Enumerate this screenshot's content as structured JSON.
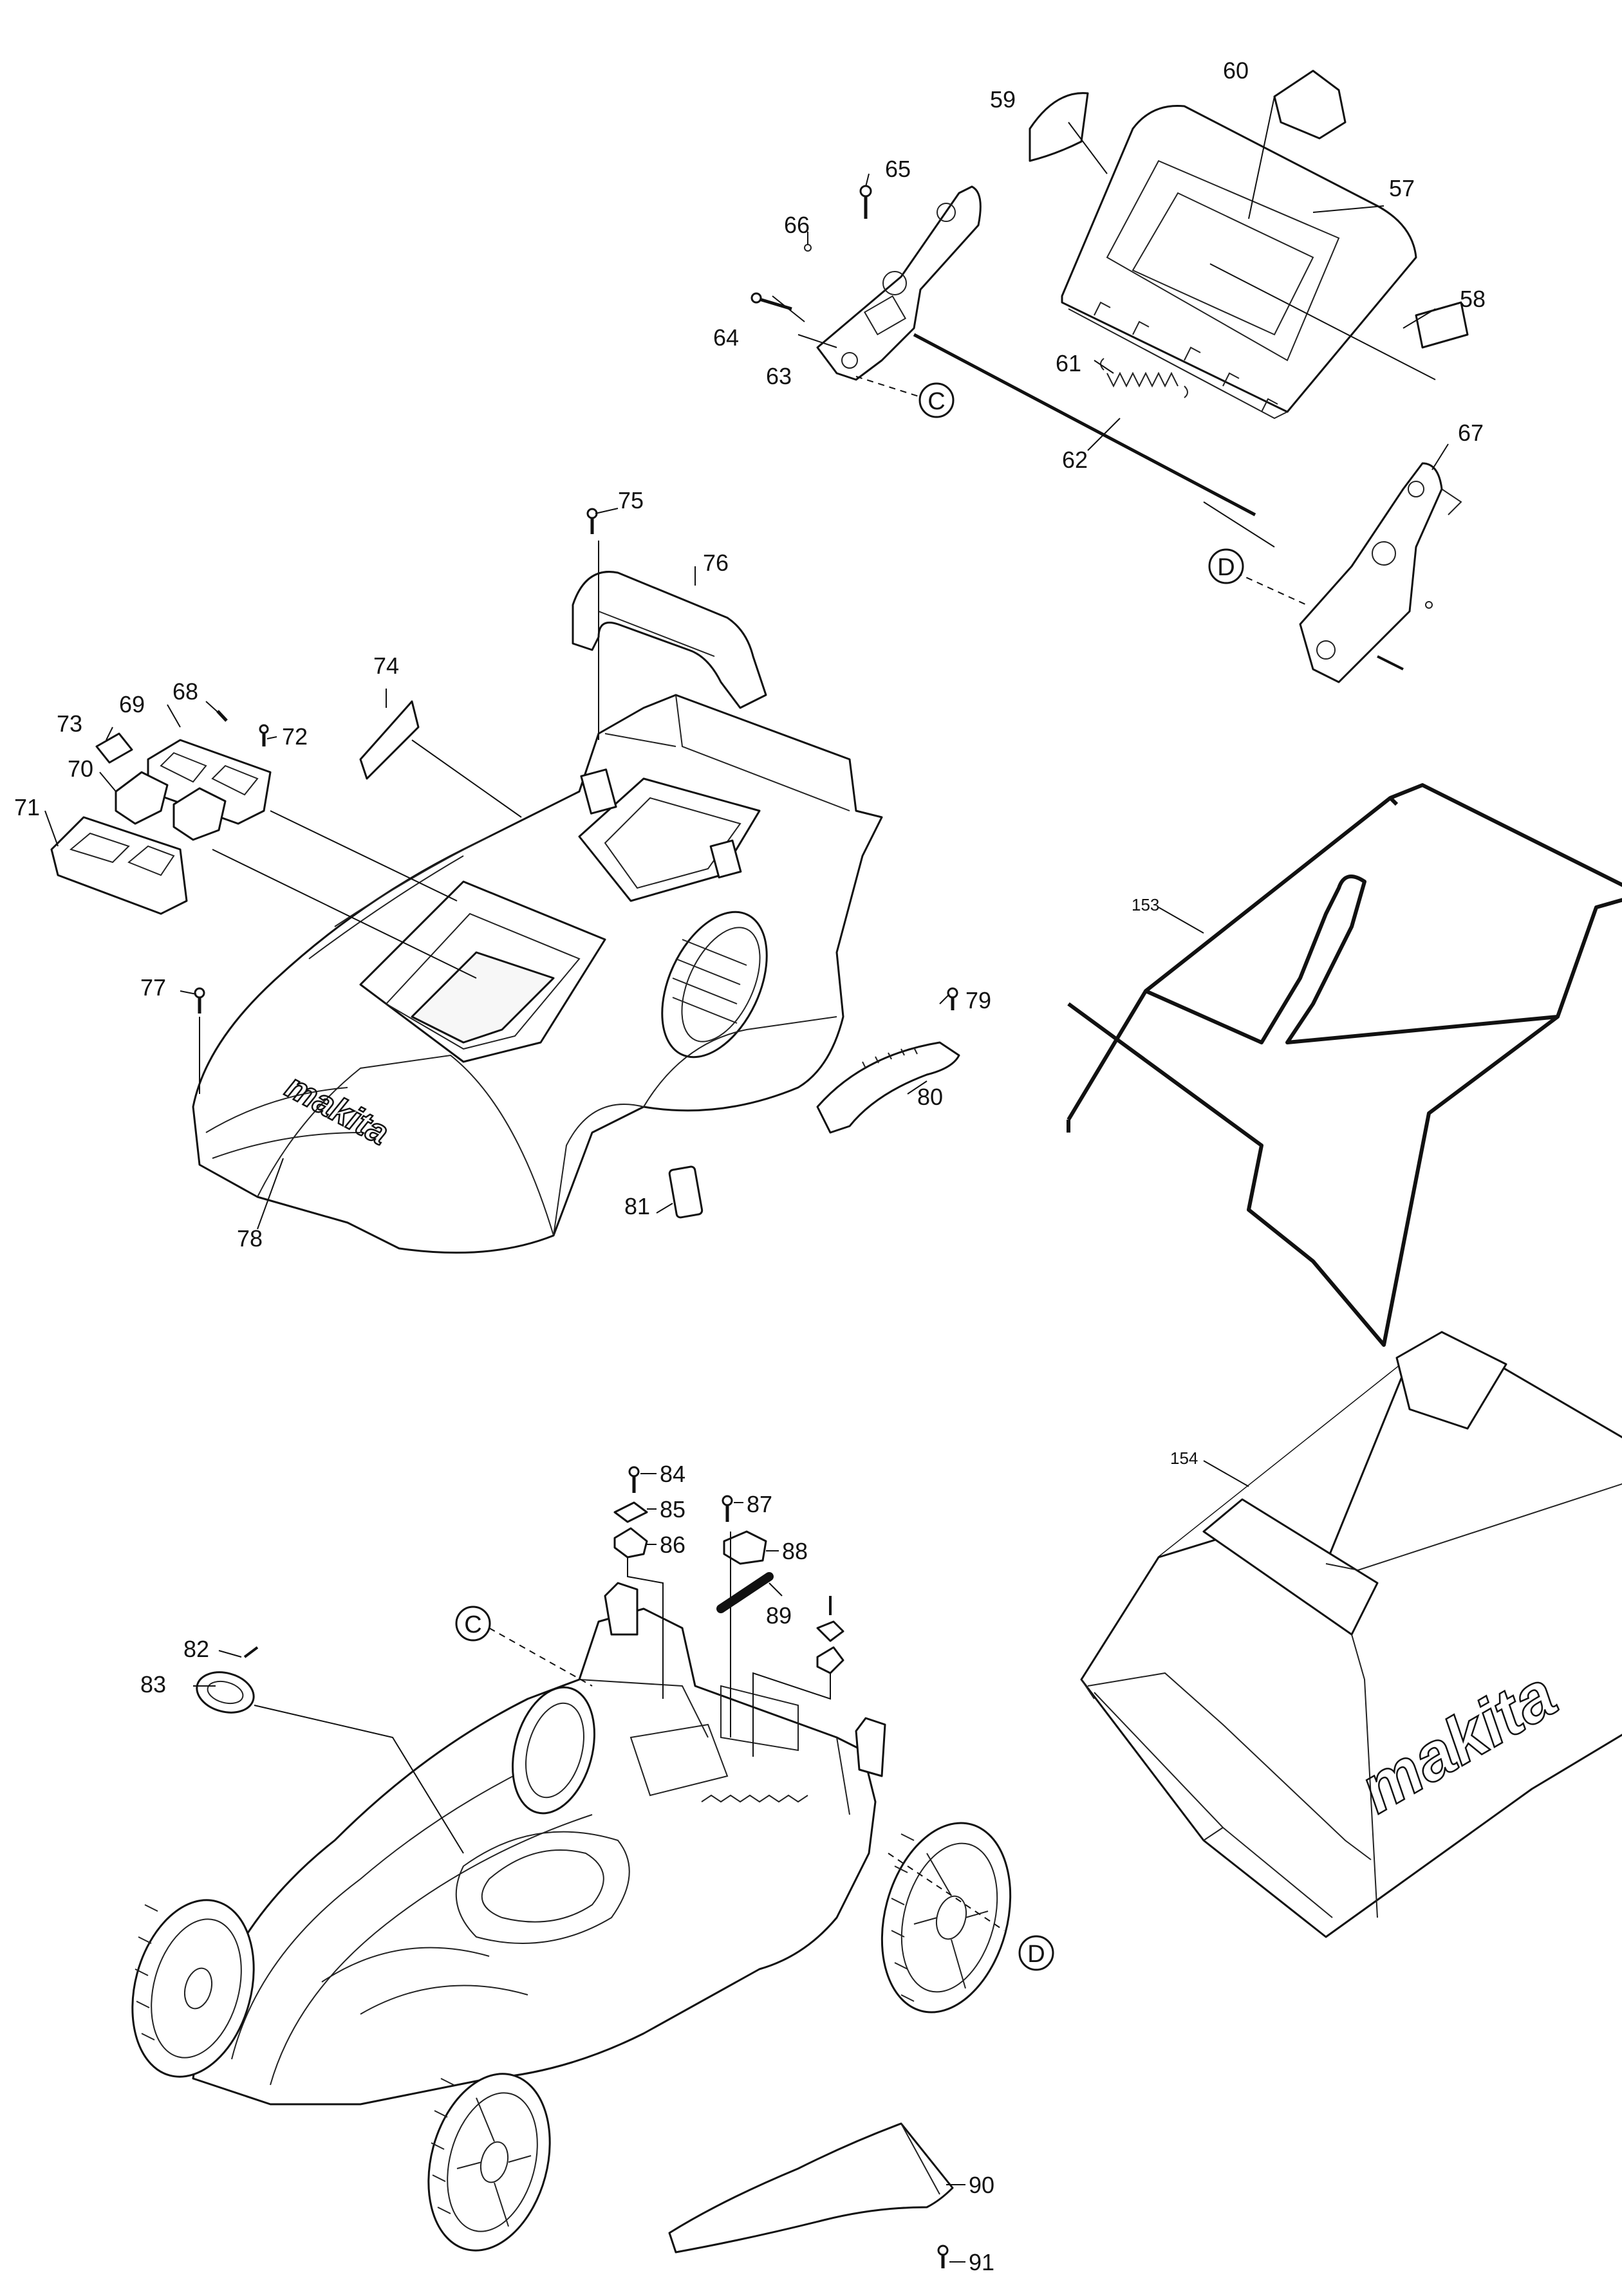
{
  "brand_logo_text": "makita",
  "reference_markers": [
    "C",
    "D"
  ],
  "part_labels": {
    "p57": "57",
    "p58": "58",
    "p59": "59",
    "p60": "60",
    "p61": "61",
    "p62": "62",
    "p63": "63",
    "p64": "64",
    "p65": "65",
    "p66": "66",
    "p67": "67",
    "p68": "68",
    "p69": "69",
    "p70": "70",
    "p71": "71",
    "p72": "72",
    "p73": "73",
    "p74": "74",
    "p75": "75",
    "p76": "76",
    "p77": "77",
    "p78": "78",
    "p79": "79",
    "p80": "80",
    "p81": "81",
    "p82": "82",
    "p83": "83",
    "p84": "84",
    "p85": "85",
    "p86": "86",
    "p87": "87",
    "p88": "88",
    "p89": "89",
    "p90": "90",
    "p91": "91",
    "p153": "153",
    "p154": "154"
  }
}
